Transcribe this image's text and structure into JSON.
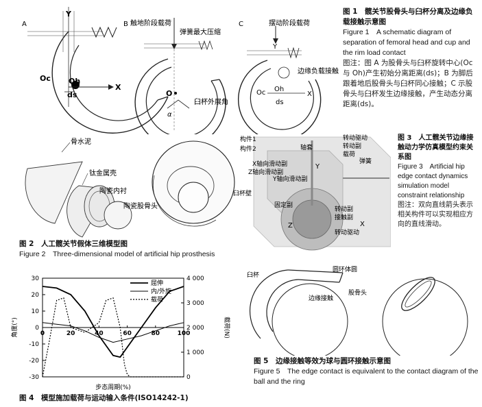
{
  "fig1": {
    "panel_a": "A",
    "panel_b": "B",
    "panel_c": "C",
    "y_a": "Y",
    "oc_a": "Oc",
    "oh_a": "Oh",
    "x_a": "X",
    "ds_a": "ds",
    "load_b": "触地阶段载荷",
    "spring_b": "弹簧最大压缩",
    "oc_b": "O",
    "angle_b": "α",
    "abduction_b": "臼杯外展角",
    "load_c": "摆动阶段载荷",
    "y_c": "Y",
    "rim_c": "边缘负载接触",
    "oc_c": "Oc",
    "oh_c": "Oh",
    "x_c": "X",
    "ds_c": "ds",
    "title_zh": "图 1　髋关节股骨头与臼杯分离及边缘负载接触示意图",
    "title_en": "Figure 1　A schematic diagram of separation of femoral head and cup and the rim load contact",
    "note": "图注：图 A 为股骨头与臼杯旋转中心(Oc 与 Oh)产生初始分离距离(ds)；B 为脚后跟着地后股骨头与臼杯同心接触；C 示股骨头与臼杯发生边缘接触，产生动态分离距离(ds)。"
  },
  "fig2": {
    "labels": [
      "骨水泥",
      "钛金属壳",
      "陶瓷内衬",
      "陶瓷股骨头"
    ],
    "title_zh": "图 2　人工髋关节假体三维模型图",
    "title_en": "Figure 2　Three-dimensional model of artificial hip prosthesis"
  },
  "fig3": {
    "labels": {
      "part1": "构件1",
      "part2": "构件2",
      "x_slide": "X轴向滑动副",
      "z_slide": "Z轴向滑动副",
      "axle": "轴套",
      "rot_drive": "转动驱动",
      "rot_pair": "转动副",
      "load": "载荷",
      "y_slide": "Y轴向滑动副",
      "y": "Y",
      "cup": "臼杯壁",
      "fixed": "固定副",
      "spring": "弹簧",
      "rot_pair2": "转动副",
      "contact": "接触副",
      "z": "Z",
      "x": "X",
      "rot_drive2": "转动驱动"
    },
    "title_zh": "图 3　人工髋关节边缘接触动力学仿真模型约束关系图",
    "title_en": "Figure 3　Artificial hip edge contact dynamics simulation model constraint relationship",
    "note": "图注：双向直线箭头表示相关构件可以实现相应方向的直线滑动。"
  },
  "fig4": {
    "title_zh": "图 4　模型施加载荷与运动输入条件(ISO14242-1)"
  },
  "fig5": {
    "labels": {
      "cup": "臼杯",
      "ring": "圆环体圆",
      "edge": "边缘接触",
      "head": "股骨头"
    },
    "title_zh": "图 5　边缘接触等效为球与圆环接触示意图",
    "title_en": "Figure 5　The edge contact is equivalent to the contact diagram of the ball and the ring"
  },
  "chart_data": {
    "type": "line",
    "xlabel": "步态周期(%)",
    "ylabel": "角度(°)",
    "y2label": "载荷(N)",
    "xlim": [
      0,
      100
    ],
    "ylim": [
      -30,
      30
    ],
    "y2lim": [
      0,
      4000
    ],
    "xticks": [
      0,
      20,
      40,
      60,
      80,
      100
    ],
    "yticks": [
      30,
      20,
      10,
      0,
      -10,
      -20,
      -30
    ],
    "y2ticks": [
      "4 000",
      "3 000",
      "2 000",
      "1 000",
      "0"
    ],
    "legend": "top-right",
    "series": [
      {
        "name": "屈伸",
        "axis": "left",
        "x": [
          0,
          10,
          20,
          30,
          40,
          50,
          55,
          60,
          70,
          80,
          90,
          100
        ],
        "values": [
          25,
          24,
          20,
          10,
          -5,
          -17,
          -18,
          -12,
          0,
          12,
          22,
          25
        ]
      },
      {
        "name": "内/外旋",
        "axis": "left",
        "x": [
          0,
          10,
          20,
          30,
          40,
          50,
          60,
          70,
          80,
          90,
          100
        ],
        "values": [
          3,
          2,
          1,
          -2,
          -6,
          -9,
          -7,
          -5,
          -2,
          1,
          3
        ]
      },
      {
        "name": "载荷",
        "axis": "right",
        "x": [
          0,
          5,
          10,
          15,
          20,
          30,
          40,
          45,
          50,
          55,
          58,
          60,
          62,
          100
        ],
        "values": [
          0,
          1500,
          3100,
          3200,
          2000,
          1800,
          2200,
          3100,
          3200,
          2000,
          500,
          100,
          0,
          0
        ]
      }
    ]
  }
}
